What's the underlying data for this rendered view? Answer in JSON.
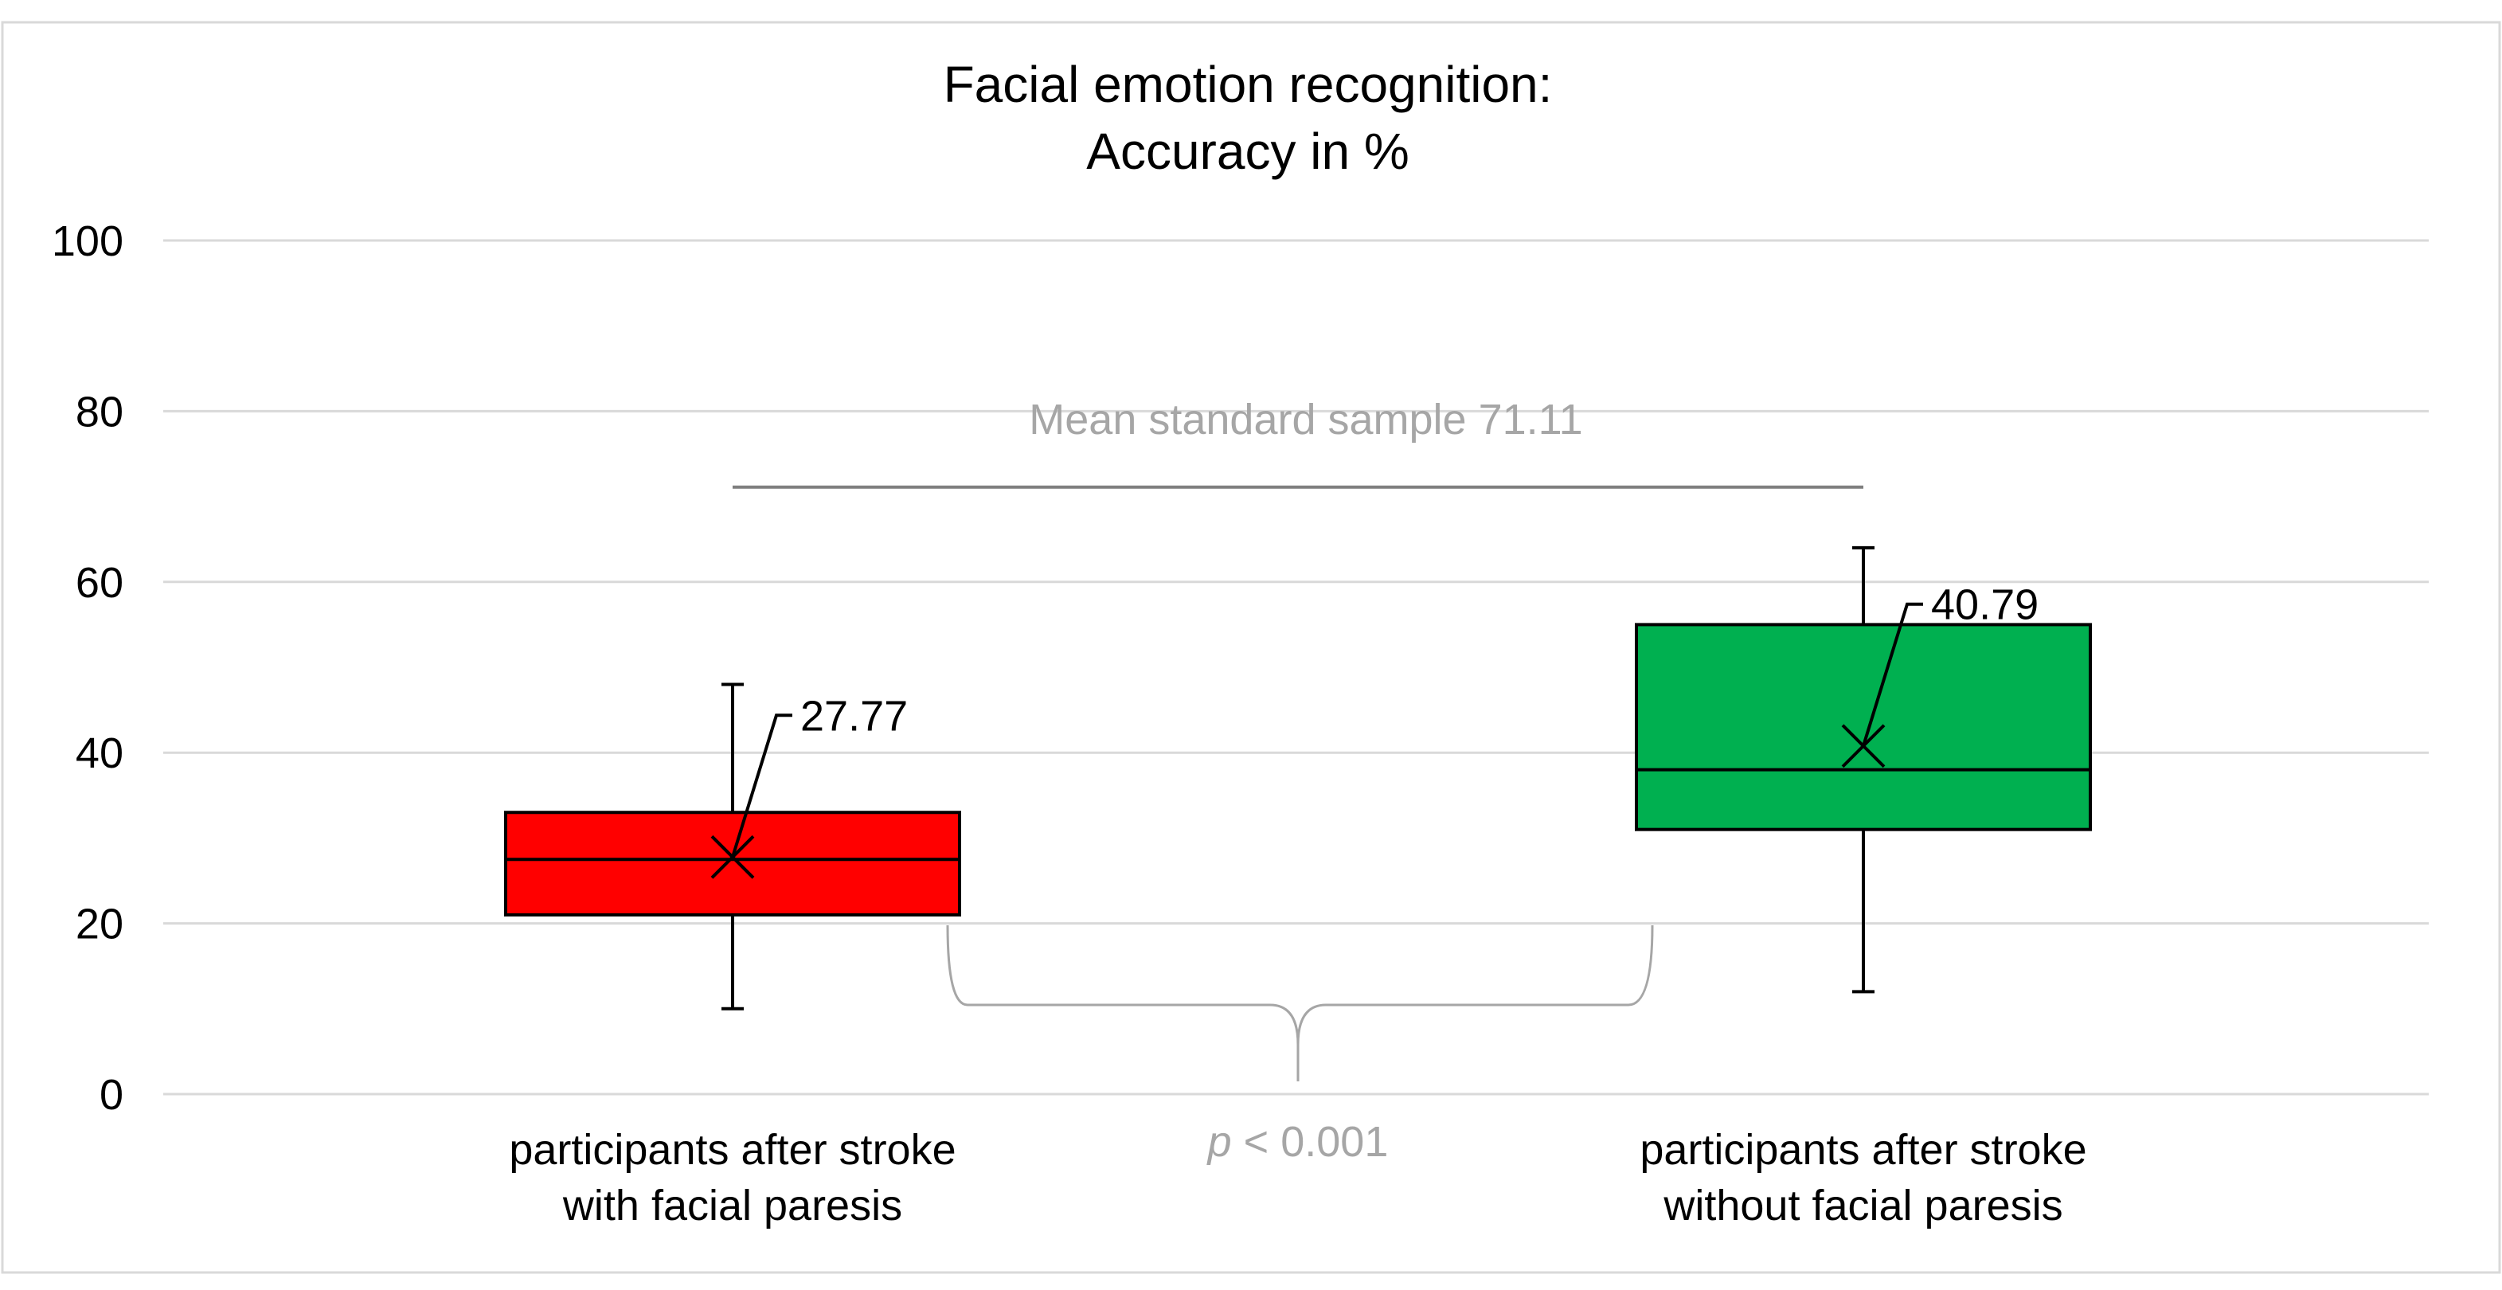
{
  "chart_data": {
    "type": "boxplot",
    "title": [
      "Facial emotion recognition:",
      "Accuracy in %"
    ],
    "xlabel": "",
    "ylabel": "",
    "ylim": [
      0,
      100
    ],
    "yticks": [
      0,
      20,
      40,
      60,
      80,
      100
    ],
    "grid": true,
    "legend": "none",
    "categories": [
      [
        "participants after stroke",
        "with facial paresis"
      ],
      [
        "participants after stroke",
        "without facial paresis"
      ]
    ],
    "series": [
      {
        "min": 10,
        "q1": 21,
        "median": 27.5,
        "q3": 33,
        "max": 48,
        "mean": 27.77,
        "mean_label": "27.77",
        "color": "#ff0000"
      },
      {
        "min": 12,
        "q1": 31,
        "median": 38,
        "q3": 55,
        "max": 64,
        "mean": 40.79,
        "mean_label": "40.79",
        "color": "#00b050"
      }
    ],
    "reference_line": {
      "value": 71.11,
      "label": "Mean standard sample 71.11",
      "color": "#7f7f7f"
    },
    "annotation": {
      "p_symbol": "p",
      "p_text": " < 0.001"
    }
  }
}
